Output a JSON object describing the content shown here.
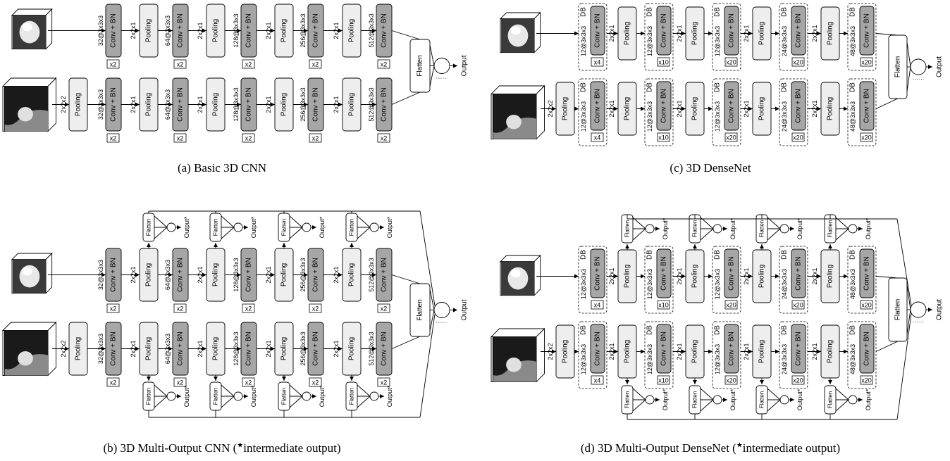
{
  "labels": {
    "conv": "Conv + BN",
    "pool": "Pooling",
    "flatten": "Flatten",
    "output": "Output",
    "output_star": "Output*",
    "db": "DB",
    "pool_first": "2x2x2",
    "pool_mid": "2x2x1"
  },
  "cnn": {
    "filters": [
      "32@3x3x3",
      "64@3x3x3",
      "128@3x3x3",
      "256@3x3x3",
      "512@3x3x3"
    ],
    "repeats": [
      "x2",
      "x2",
      "x2",
      "x2",
      "x2"
    ]
  },
  "densenet": {
    "filters": [
      "12@3x3x3",
      "12@3x3x3",
      "12@3x3x3",
      "24@3x3x3",
      "48@3x3x3"
    ],
    "repeats": [
      "x4",
      "x10",
      "x20",
      "x20",
      "x20"
    ]
  },
  "captions": {
    "a": "(a) Basic 3D CNN",
    "b_main": "(b) 3D Multi-Output CNN (",
    "b_star": "★",
    "b_rest": "intermediate output)",
    "c": "(c) 3D DenseNet",
    "d_main": "(d) 3D Multi-Output DenseNet (",
    "d_star": "★",
    "d_rest": "intermediate output)"
  },
  "colors": {
    "conv_fill": "#a6a6a6",
    "pool_fill": "#eeeeee",
    "stroke": "#000000",
    "image_face": "#777777"
  }
}
